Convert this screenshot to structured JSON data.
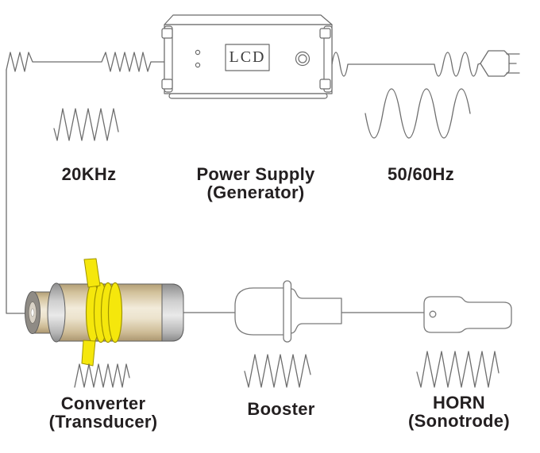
{
  "labels": {
    "frequency_left": "20KHz",
    "power_supply_line1": "Power Supply",
    "power_supply_line2": "(Generator)",
    "frequency_right": "50/60Hz",
    "converter_line1": "Converter",
    "converter_line2": "(Transducer)",
    "booster": "Booster",
    "horn_line1": "HORN",
    "horn_line2": "(Sonotrode)",
    "lcd_display": "LCD"
  },
  "colors": {
    "background": "#ffffff",
    "line_gray": "#6e6e6e",
    "outline_gray": "#7a7a7a",
    "text_dark": "#231f20",
    "converter_tan": "#d3c29c",
    "converter_tan_light": "#f2ebda",
    "metal_gray_light": "#e9e9e9",
    "metal_gray_dark": "#8a8a8a",
    "stud_face_gray": "#8f8b85",
    "coil_yellow": "#f5e70c",
    "coil_yellow_outline": "#9f9400"
  }
}
